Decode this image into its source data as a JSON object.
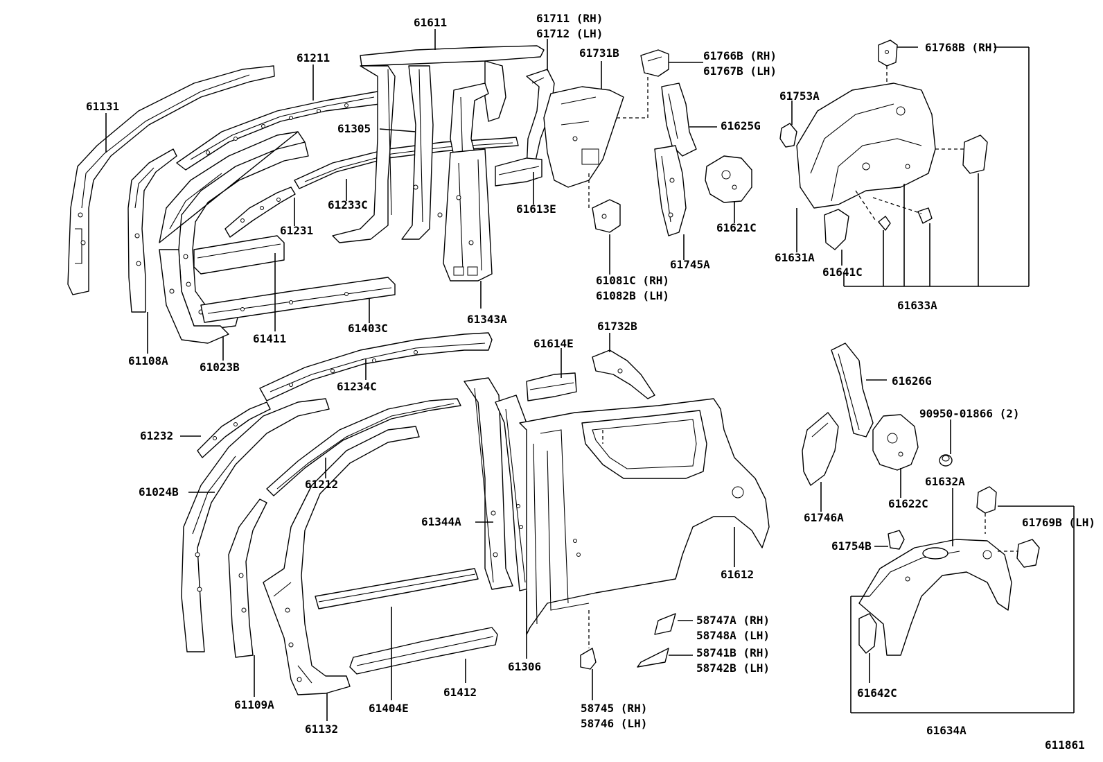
{
  "diagram_id": "611861",
  "labels": {
    "p61611": "61611",
    "p61711": "61711 (RH)",
    "p61712": "61712 (LH)",
    "p61731b": "61731B",
    "p61766b": "61766B (RH)",
    "p61767b": "61767B (LH)",
    "p61768b": "61768B (RH)",
    "p61211": "61211",
    "p61131": "61131",
    "p61305": "61305",
    "p61625g": "61625G",
    "p61753a": "61753A",
    "p61233c": "61233C",
    "p61613e": "61613E",
    "p61231": "61231",
    "p61621c": "61621C",
    "p61081c": "61081C (RH)",
    "p61082b": "61082B (LH)",
    "p61745a": "61745A",
    "p61631a": "61631A",
    "p61641c": "61641C",
    "p61633a": "61633A",
    "p61403c": "61403C",
    "p61411": "61411",
    "p61343a": "61343A",
    "p61108a": "61108A",
    "p61023b": "61023B",
    "p61732b": "61732B",
    "p61614e": "61614E",
    "p61234c": "61234C",
    "p61626g": "61626G",
    "p90950": "90950-01866 (2)",
    "p61232": "61232",
    "p61024b": "61024B",
    "p61212": "61212",
    "p61344a": "61344A",
    "p61746a": "61746A",
    "p61622c": "61622C",
    "p61632a": "61632A",
    "p61769b": "61769B (LH)",
    "p61754b": "61754B",
    "p61612": "61612",
    "p58747a": "58747A (RH)",
    "p58748a": "58748A (LH)",
    "p58741b": "58741B (RH)",
    "p58742b": "58742B (LH)",
    "p61306": "61306",
    "p61109a": "61109A",
    "p61404e": "61404E",
    "p61412": "61412",
    "p61132": "61132",
    "p58745": "58745 (RH)",
    "p58746": "58746 (LH)",
    "p61642c": "61642C",
    "p61634a": "61634A"
  }
}
